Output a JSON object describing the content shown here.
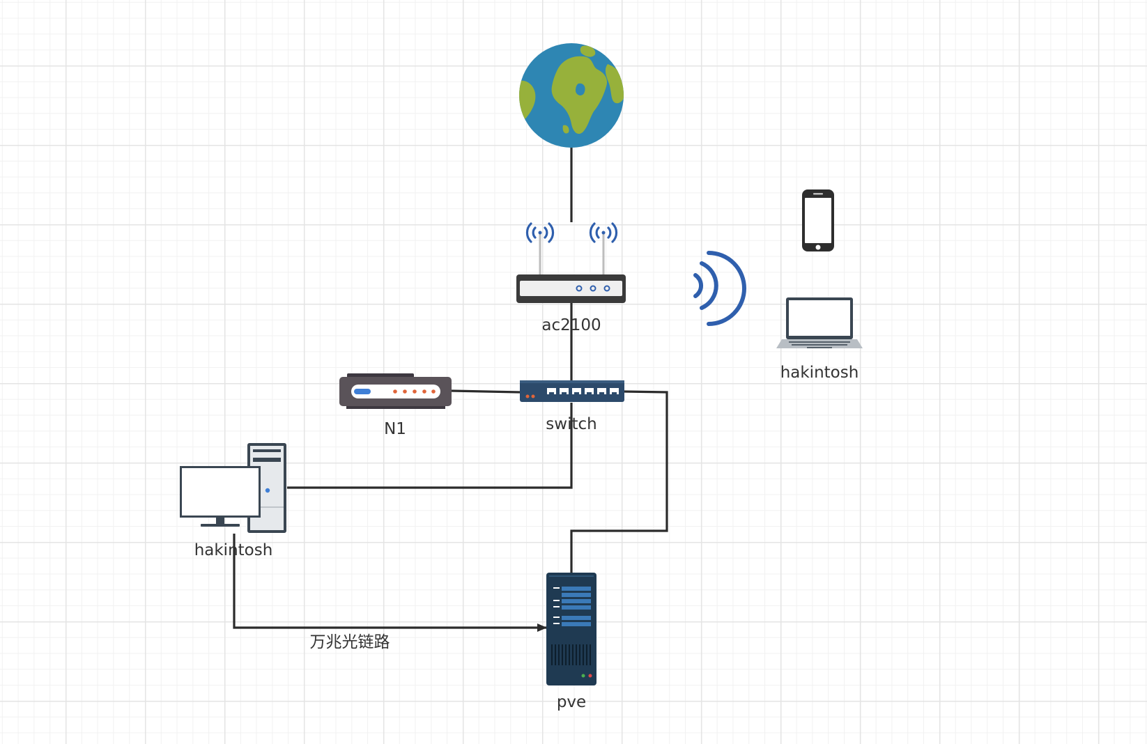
{
  "nodes": {
    "internet": {
      "label": "",
      "icon": "globe-icon"
    },
    "router": {
      "label": "ac2100",
      "icon": "wifi-router-icon"
    },
    "switch": {
      "label": "switch",
      "icon": "network-switch-icon"
    },
    "n1": {
      "label": "N1",
      "icon": "set-top-box-icon"
    },
    "desktop": {
      "label": "hakintosh",
      "icon": "desktop-computer-icon"
    },
    "laptop": {
      "label": "hakintosh",
      "icon": "laptop-icon"
    },
    "phone": {
      "label": "",
      "icon": "smartphone-icon"
    },
    "pve": {
      "label": "pve",
      "icon": "server-rack-icon"
    },
    "wifi_signal": {
      "label": "",
      "icon": "wifi-signal-icon"
    }
  },
  "edges": [
    {
      "from": "internet",
      "to": "router",
      "label": ""
    },
    {
      "from": "router",
      "to": "switch",
      "label": ""
    },
    {
      "from": "n1",
      "to": "switch",
      "label": ""
    },
    {
      "from": "switch",
      "to": "desktop",
      "label": ""
    },
    {
      "from": "switch",
      "to": "pve",
      "label": ""
    },
    {
      "from": "desktop",
      "to": "pve",
      "label": "万兆光链路",
      "arrow": true
    }
  ],
  "colors": {
    "line": "#2b2b2b",
    "label": "#333333",
    "signal_blue": "#2f5fad",
    "globe_ocean": "#2e86b3",
    "globe_land": "#97b13b"
  }
}
